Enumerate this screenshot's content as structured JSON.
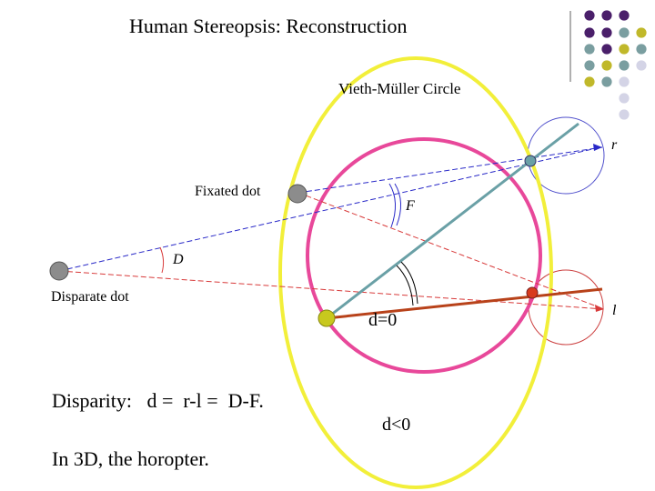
{
  "slide": {
    "title": "Human Stereopsis: Reconstruction",
    "disparity_text": "Disparity:   d =  r-l =  D-F.",
    "horopter_text": "In 3D, the horopter."
  },
  "diagram": {
    "labels": {
      "vieth_muller_circle": "Vieth-Müller Circle",
      "fixated_dot": "Fixated dot",
      "disparate_dot": "Disparate dot",
      "angle_F": "F",
      "angle_D": "D",
      "eye_r": "r",
      "eye_l": "l",
      "d_zero": "d=0",
      "d_negative": "d<0"
    },
    "colors": {
      "yellow_circle": "#f2ef3a",
      "pink_circle": "#e8489a",
      "blue_rays": "#2a2ac8",
      "red_rays": "#d83a3a",
      "teal_line": "#6aa0a6",
      "brown_line": "#b8421a",
      "gray_dot": "#8c8c8c",
      "yellow_dot": "#c8c81e",
      "eye_r_dot": "#6aa0a6",
      "eye_l_dot": "#d83a1e"
    }
  },
  "decoration": {
    "colors": {
      "purple": "#4a1f6a",
      "teal": "#7a9ea0",
      "olive": "#c0b82a",
      "lavender": "#d4d4e6",
      "divider": "#7a7a7a"
    }
  }
}
